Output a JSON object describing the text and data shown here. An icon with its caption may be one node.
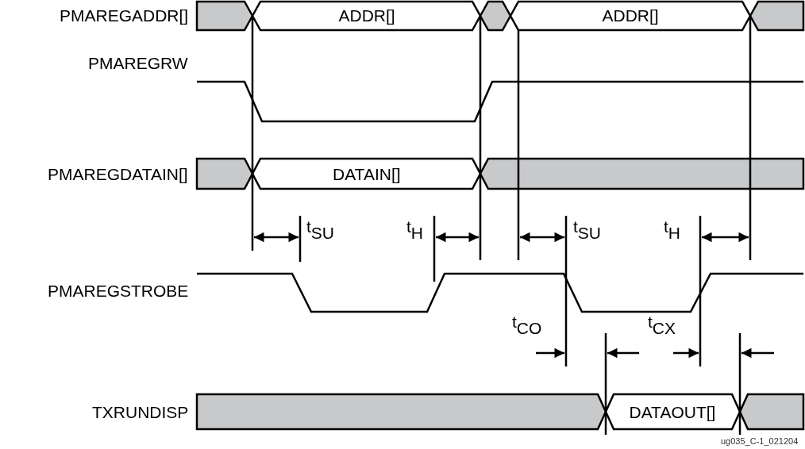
{
  "diagram": {
    "labels": [
      "PMAREGADDR[]",
      "ADDR[]",
      "ADDR[]",
      "PMAREGRW",
      "PMAREGDATAIN[]",
      "DATAIN[]",
      "t$_{SU}$",
      "t$_{H}$",
      "t$_{SU}$",
      "t$_{H}$",
      "PMAREGSTROBE",
      "t$_{CO}$",
      "t$_{CX}$",
      "TXRUNDISP",
      "DATAOUT[]",
      "ug035_C-1_021204"
    ]
  }
}
